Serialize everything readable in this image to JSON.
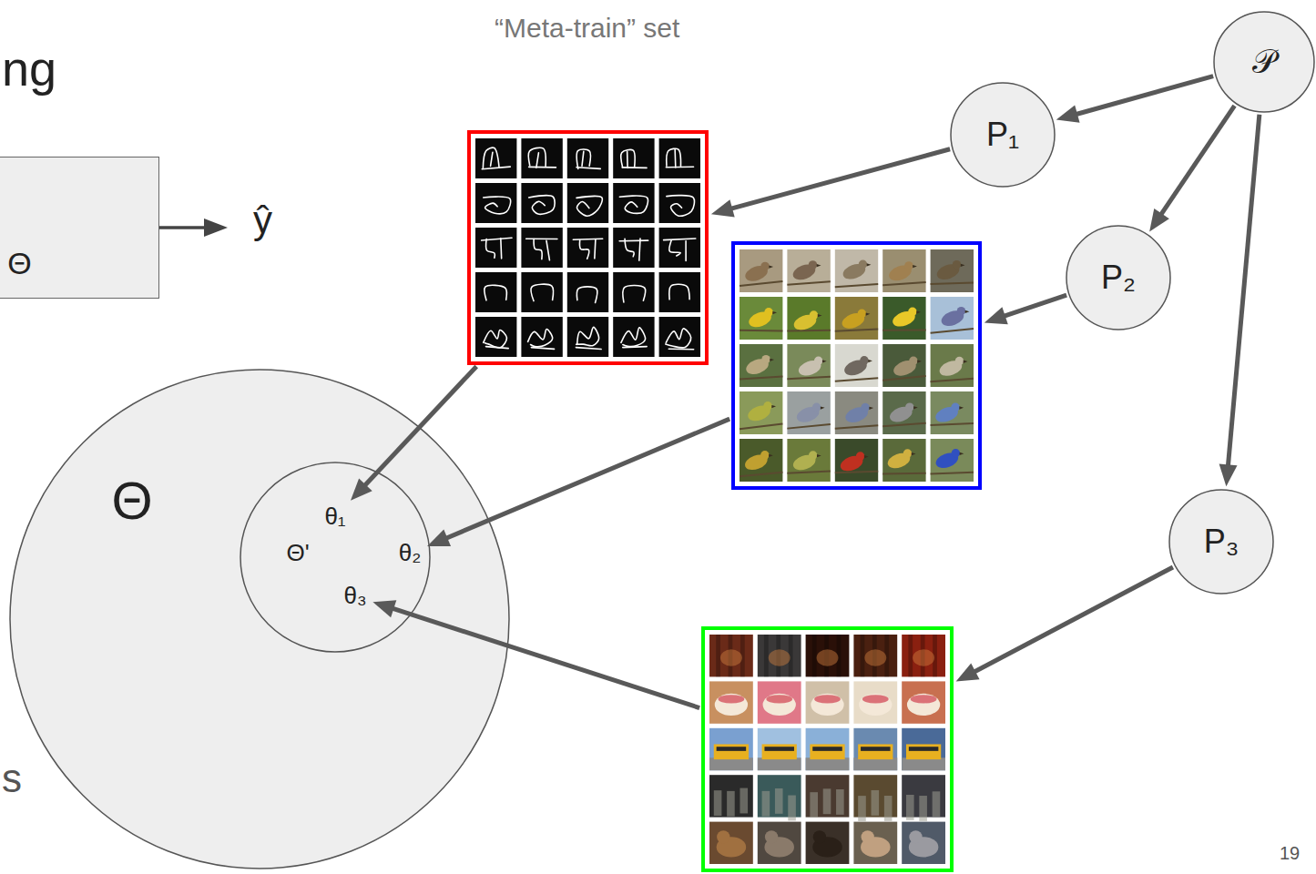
{
  "diagram": {
    "title": "ng",
    "nodes": [
      {
        "text": [
          "Θ"
        ]
      },
      {
        "text": [
          "Θ"
        ]
      },
      {
        "text": [
          "Θ'"
        ],
        "in": 1
      },
      {
        "text": [
          "θ₁"
        ],
        "in": 2
      },
      {
        "text": [
          "θ₂"
        ],
        "in": 2
      },
      {
        "text": [
          "θ₃"
        ],
        "in": 2
      },
      {
        "text": [
          "𝒫"
        ]
      },
      {
        "text": [
          "P₁"
        ]
      },
      {
        "text": [
          "P₂"
        ]
      },
      {
        "text": [
          "P₃"
        ]
      },
      {
        "text": []
      },
      {
        "text": []
      },
      {
        "text": []
      }
    ],
    "edges": [
      {
        "from": 6,
        "to": 7,
        "arrow": "to"
      },
      {
        "from": 6,
        "to": 8,
        "arrow": "to"
      },
      {
        "from": 6,
        "to": 9,
        "arrow": "to"
      },
      {
        "from": 7,
        "to": 10,
        "arrow": "to"
      },
      {
        "from": 8,
        "to": 11,
        "arrow": "to"
      },
      {
        "from": 9,
        "to": 12,
        "arrow": "to"
      },
      {
        "from": 10,
        "to": 3,
        "arrow": "to"
      },
      {
        "from": 11,
        "to": 4,
        "arrow": "to"
      },
      {
        "from": 12,
        "to": 5,
        "arrow": "to"
      }
    ],
    "labels": [
      "“Meta-train” set",
      "ŷ",
      "s",
      "19"
    ]
  }
}
